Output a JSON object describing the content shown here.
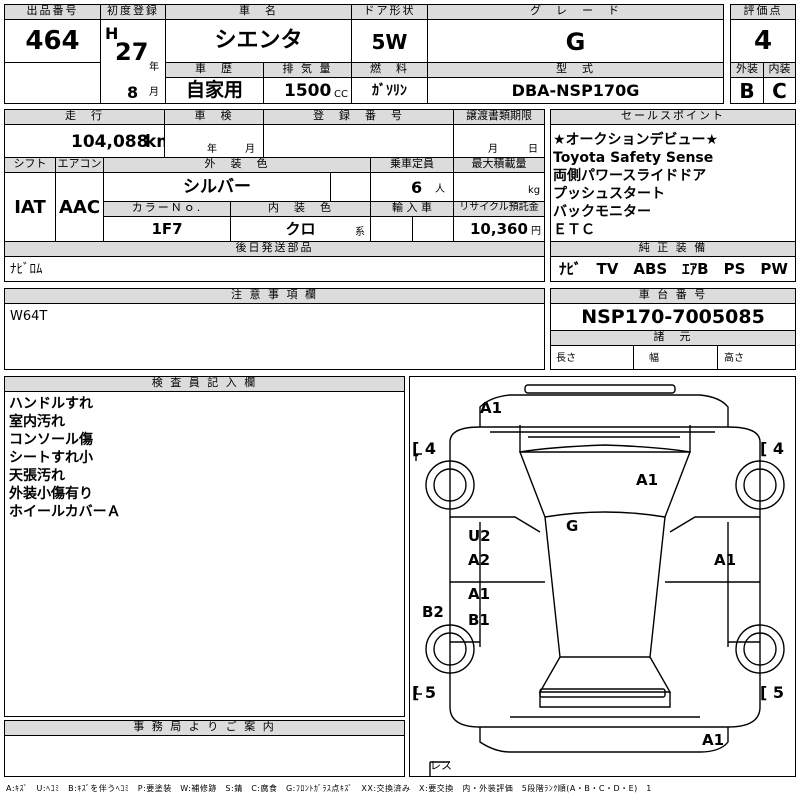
{
  "header": {
    "lot_no_label": "出品番号",
    "lot_no": "464",
    "first_reg_label": "初度登録",
    "era": "H",
    "year": "27",
    "year_unit": "年",
    "month": "8",
    "month_unit": "月",
    "model_label": "車　名",
    "model": "シエンタ",
    "door_label": "ドア形状",
    "door": "5W",
    "grade_label": "グ　レ　ー　ド",
    "grade": "G",
    "score_label": "評価点",
    "score": "4",
    "history_label": "車　歴",
    "history": "自家用",
    "displacement_label": "排 気 量",
    "displacement": "1500",
    "displacement_unit": "CC",
    "fuel_label": "燃　料",
    "fuel": "ｶﾞｿﾘﾝ",
    "type_label": "型　式",
    "type": "DBA-NSP170G",
    "exterior_label": "外装",
    "exterior": "B",
    "interior_label": "内装",
    "interior": "C"
  },
  "row2": {
    "mileage_label": "走　行",
    "mileage": "104,088",
    "mileage_unit": "km",
    "inspection_label": "車　検",
    "insp_year_unit": "年",
    "insp_month_unit": "月",
    "reg_no_label": "登　録　番　号",
    "transfer_label": "譲渡書類期限",
    "transfer_month_unit": "月",
    "transfer_day_unit": "日",
    "shift_label": "シフト",
    "shift": "IAT",
    "ac_label": "エアコン",
    "ac": "AAC",
    "color_label": "外　装　色",
    "color": "シルバー",
    "capacity_label": "乗車定員",
    "capacity": "6",
    "capacity_unit": "人",
    "load_label": "最大積載量",
    "load_unit": "kg",
    "color_no_label": "カラーＮｏ.",
    "color_no": "1F7",
    "interior_color_label": "内　装　色",
    "interior_color": "クロ",
    "interior_color_unit": "系",
    "import_label": "輸 入 車",
    "recycle_label": "リサイクル預託金",
    "recycle": "10,360",
    "recycle_unit": "円",
    "later_parts_label": "後日発送部品",
    "later_parts": "ﾅﾋﾞﾛﾑ"
  },
  "sales_points": {
    "label": "セールスポイント",
    "items": [
      "★オークションデビュー★",
      "Toyota Safety Sense",
      "両側パワースライドドア",
      "プッシュスタート",
      "バックモニター",
      "ＥＴＣ"
    ]
  },
  "equipment": {
    "label": "純 正 装 備",
    "value": "ﾅﾋﾞ　TV　ABS　ｴｱB　PS　PW"
  },
  "notes": {
    "label": "注 意 事 項 欄",
    "value": "W64T"
  },
  "chassis": {
    "label": "車 台 番 号",
    "value": "NSP170-7005085",
    "specs_label": "諸　元",
    "length_label": "長さ",
    "width_label": "幅",
    "height_label": "高さ"
  },
  "inspector": {
    "label": "検 査 員 記 入 欄",
    "items": [
      "ハンドルすれ",
      "室内汚れ",
      "コンソール傷",
      "シートすれ小",
      "天張汚れ",
      "外装小傷有り",
      "ホイールカバーＡ"
    ]
  },
  "office": {
    "label": "事 務 局 よ り ご 案 内"
  },
  "diagram": {
    "front_bumper": "A1",
    "front_tyre_left": "4",
    "front_tyre_right": "4",
    "hood": "A1",
    "roof": "G",
    "left_front_door_1": "U2",
    "left_front_door_2": "A2",
    "left_rear_door_1": "A1",
    "left_rear_door_2": "B1",
    "right_door": "A1",
    "left_quarter": "B2",
    "rear_tyre_left": "5",
    "rear_tyre_right": "5",
    "rear_bumper": "A1",
    "spare": "レス"
  },
  "legend": "A:ｷｽﾞ　U:ﾍｺﾐ　B:ｷｽﾞを伴うﾍｺﾐ　P:要塗装　W:補修跡　S:錆　C:腐食　G:ﾌﾛﾝﾄｶﾞﾗｽ点ｷｽﾞ　XX:交換済み　X:要交換　内・外装評価　5段階ﾗﾝｸ順(A・B・C・D・E)　1"
}
